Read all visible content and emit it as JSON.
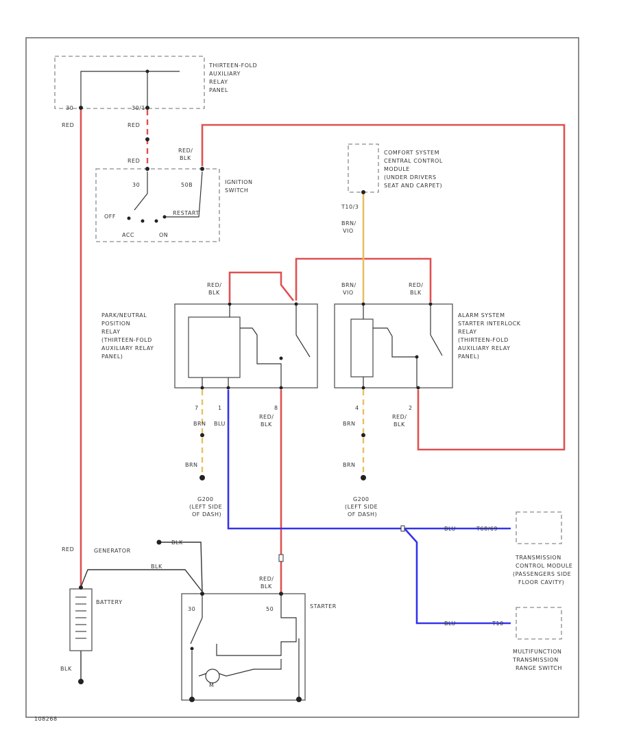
{
  "colors": {
    "red": "#e05050",
    "yellow": "#e8c060",
    "blue": "#3333ee",
    "black": "#333333"
  },
  "components": {
    "aux_relay_panel": "THIRTEEN-FOLD AUXILIARY RELAY PANEL",
    "ignition_switch": "IGNITION SWITCH",
    "comfort_module": [
      "COMFORT SYSTEM",
      "CENTRAL CONTROL",
      "MODULE",
      "(UNDER DRIVERS",
      "SEAT AND CARPET)"
    ],
    "pn_relay": [
      "PARK/NEUTRAL",
      "POSITION",
      "RELAY",
      "(THIRTEEN-FOLD",
      "AUXILIARY RELAY",
      "PANEL)"
    ],
    "alarm_relay": [
      "ALARM SYSTEM",
      "STARTER INTERLOCK",
      "RELAY",
      "(THIRTEEN-FOLD",
      "AUXILIARY RELAY",
      "PANEL)"
    ],
    "tcm": [
      "TRANSMISSION",
      "CONTROL MODULE",
      "(PASSENGERS SIDE",
      "FLOOR CAVITY)"
    ],
    "range_switch": [
      "MULTIFUNCTION",
      "TRANSMISSION",
      "RANGE SWITCH"
    ],
    "generator": "GENERATOR",
    "battery": "BATTERY",
    "starter": "STARTER",
    "g200_a": [
      "G200",
      "(LEFT SIDE",
      "OF DASH)"
    ],
    "g200_b": [
      "G200",
      "(LEFT SIDE",
      "OF DASH)"
    ]
  },
  "pins": {
    "relay_30": "30",
    "relay_30x": "30/1",
    "ign_30": "30",
    "ign_50": "50B",
    "off": "OFF",
    "start": "RESTART",
    "acc": "ACC",
    "on": "ON",
    "comfort_pin": "T10/3",
    "pn_7": "7",
    "pn_1": "1",
    "pn_8": "8",
    "alarm_4": "4",
    "alarm_2": "2",
    "st_30": "30",
    "st_50": "50",
    "st_m": "M"
  },
  "wires": {
    "red": "RED",
    "red_blk": "RED/ BLK",
    "brn": "BRN",
    "brn_vio": "BRN/ VIO",
    "blu": "BLU",
    "blk": "BLK",
    "tcm_pin": "T68/69",
    "rs_pin": "T10"
  },
  "footer_id": "108268"
}
